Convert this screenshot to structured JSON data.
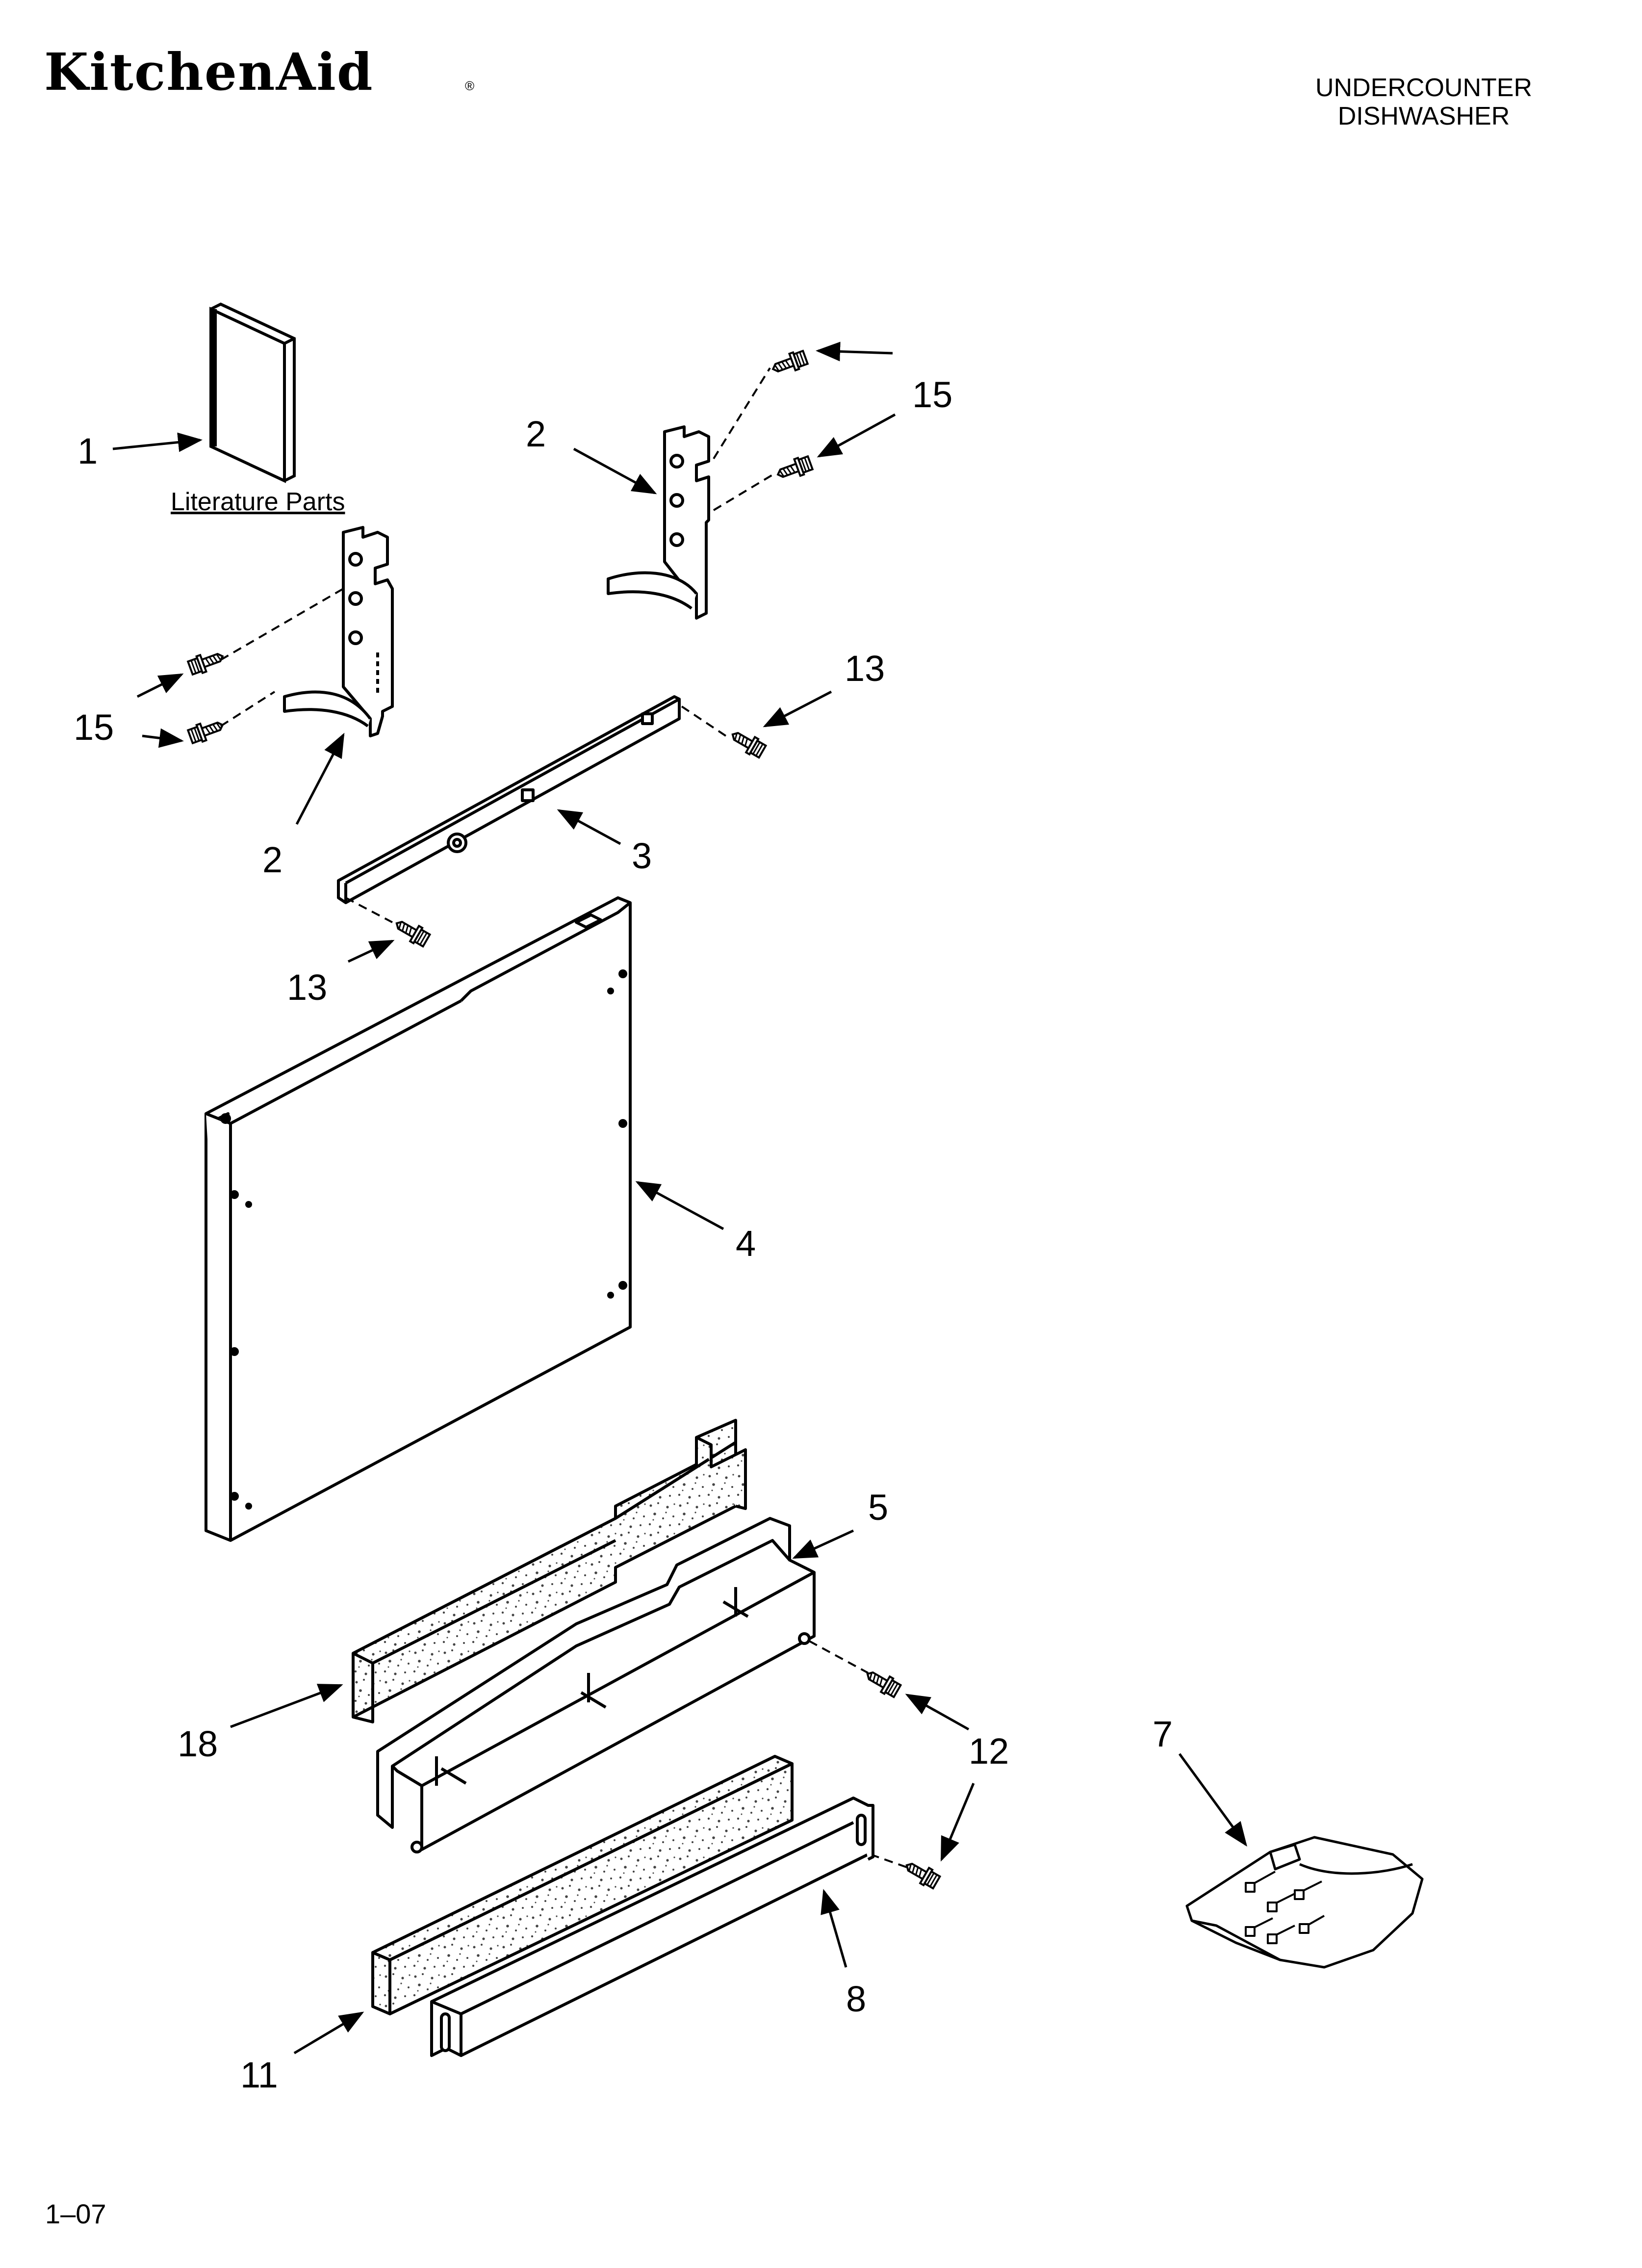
{
  "header": {
    "brand": "KitchenAid",
    "brand_mark": "®",
    "model_line1": "UNDERCOUNTER",
    "model_line2": "DISHWASHER"
  },
  "footer": {
    "revision": "1–07"
  },
  "diagram": {
    "literature_label": "Literature Parts",
    "callouts": {
      "c1": "1",
      "c2a": "2",
      "c2b": "2",
      "c3": "3",
      "c4": "4",
      "c5": "5",
      "c7": "7",
      "c8": "8",
      "c11": "11",
      "c12": "12",
      "c13a": "13",
      "c13b": "13",
      "c15a": "15",
      "c15b": "15",
      "c18": "18"
    }
  }
}
